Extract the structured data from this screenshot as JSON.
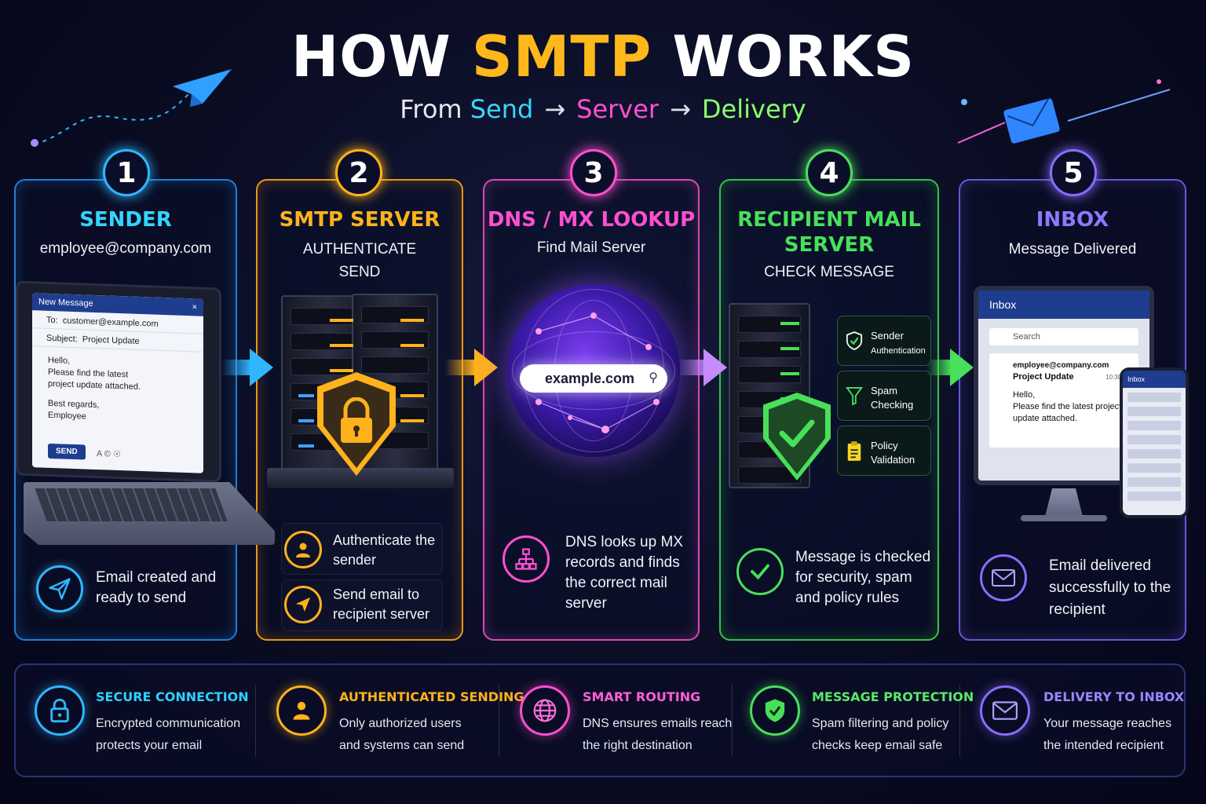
{
  "header": {
    "title_prefix": "HOW ",
    "title_accent": "SMTP",
    "title_suffix": " WORKS",
    "subtitle_from": "From ",
    "subtitle_step1": "Send",
    "subtitle_step2": "Server",
    "subtitle_step3": "Delivery",
    "arrow": "→"
  },
  "colors": {
    "step1": "#2fb6ff",
    "step2": "#ffb21c",
    "step3": "#ff4fd0",
    "step4": "#48e05a",
    "step5": "#8a6cff",
    "title_accent": "#ffb81c"
  },
  "steps": [
    {
      "number": "1",
      "title": "SENDER",
      "subtitle": "employee@company.com",
      "description": "Email created and ready to send",
      "icon": "paper-plane-icon"
    },
    {
      "number": "2",
      "title": "SMTP SERVER",
      "subtitle_line1": "AUTHENTICATE",
      "subtitle_line2": "SEND",
      "items": [
        {
          "text": "Authenticate the sender",
          "icon": "user-icon"
        },
        {
          "text": "Send email to recipient server",
          "icon": "paper-plane-icon"
        }
      ]
    },
    {
      "number": "3",
      "title": "DNS / MX LOOKUP",
      "subtitle": "Find Mail Server",
      "search_text": "example.com",
      "description": "DNS looks up MX records and finds the correct mail server",
      "icon": "network-icon"
    },
    {
      "number": "4",
      "title_line1": "RECIPIENT MAIL",
      "title_line2": "SERVER",
      "subtitle": "CHECK MESSAGE",
      "checks": [
        {
          "label_line1": "Sender",
          "label_line2": "Authentication",
          "icon": "shield-icon"
        },
        {
          "label_line1": "Spam",
          "label_line2": "Checking",
          "icon": "filter-icon"
        },
        {
          "label_line1": "Policy",
          "label_line2": "Validation",
          "icon": "clipboard-icon"
        }
      ],
      "description": "Message is checked for security, spam and policy rules",
      "icon": "check-icon"
    },
    {
      "number": "5",
      "title": "INBOX",
      "subtitle": "Message Delivered",
      "description": "Email delivered successfully to the recipient",
      "icon": "envelope-icon"
    }
  ],
  "compose_window": {
    "title": "New Message",
    "close": "×",
    "to_label": "To:",
    "to_value": "customer@example.com",
    "subject_label": "Subject:",
    "subject_value": "Project Update",
    "body_line1": "Hello,",
    "body_line2": "Please find the latest",
    "body_line3": "project update attached.",
    "body_line4": "Best regards,",
    "body_line5": "Employee",
    "send_label": "SEND",
    "toolbar": "A  ©  ☉"
  },
  "inbox_window": {
    "title": "Inbox",
    "search_placeholder": "Search",
    "from": "employee@company.com",
    "time": "10:30 AM",
    "subject": "Project Update",
    "body_line1": "Hello,",
    "body_line2": "Please find the latest project",
    "body_line3": "update attached.",
    "phone_title": "Inbox"
  },
  "footer": [
    {
      "title": "SECURE CONNECTION",
      "line1": "Encrypted communication",
      "line2": "protects your email",
      "icon": "lock-icon"
    },
    {
      "title": "AUTHENTICATED SENDING",
      "line1": "Only authorized users",
      "line2": "and systems can send",
      "icon": "user-icon"
    },
    {
      "title": "SMART ROUTING",
      "line1": "DNS ensures emails reach",
      "line2": "the right destination",
      "icon": "globe-icon"
    },
    {
      "title": "MESSAGE PROTECTION",
      "line1": "Spam filtering and policy",
      "line2": "checks keep email safe",
      "icon": "shield-check-icon"
    },
    {
      "title": "DELIVERY TO INBOX",
      "line1": "Your message reaches",
      "line2": "the intended recipient",
      "icon": "envelope-icon"
    }
  ]
}
